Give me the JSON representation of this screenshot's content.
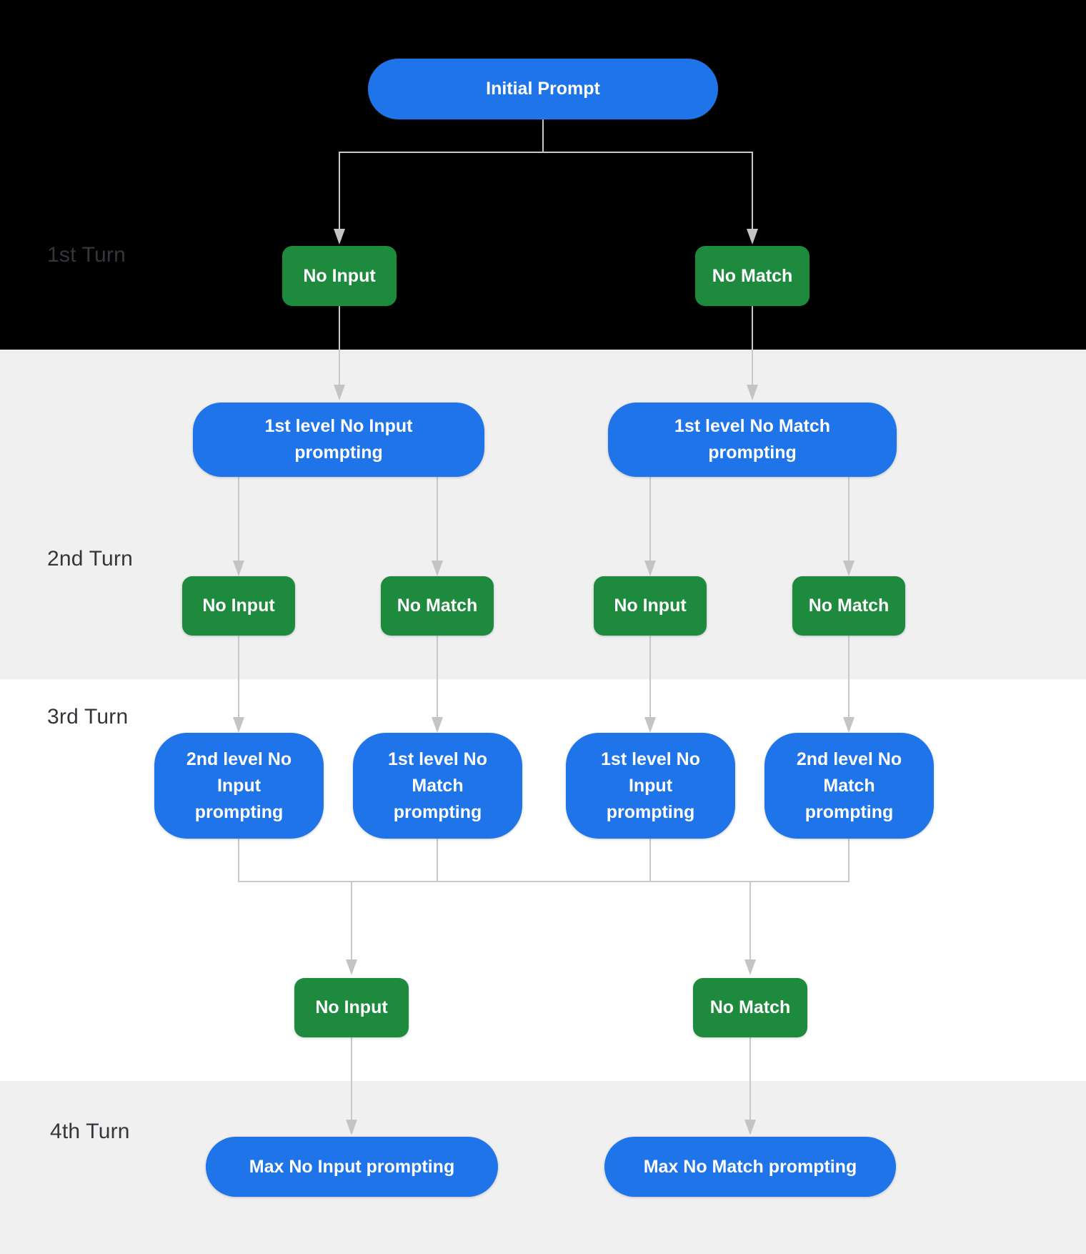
{
  "colors": {
    "band_black": "#000000",
    "band_gray": "#f0f0f1",
    "band_white": "#ffffff",
    "blue": "#1e74e8",
    "green": "#1e8a3e",
    "line": "#c6c8ca",
    "arrow": "#c2c4c6",
    "label": "#33363b",
    "box_text": "#ffffff"
  },
  "turns": [
    {
      "label": "1st Turn"
    },
    {
      "label": "2nd Turn"
    },
    {
      "label": "3rd Turn"
    },
    {
      "label": "4th Turn"
    }
  ],
  "nodes": {
    "initial_prompt": {
      "label": "Initial Prompt"
    },
    "t1_no_input": {
      "label": "No Input"
    },
    "t1_no_match": {
      "label": "No Match"
    },
    "l1_no_input_prompting": {
      "label": [
        "1st level No Input",
        "prompting"
      ]
    },
    "l1_no_match_prompting": {
      "label": [
        "1st level No Match",
        "prompting"
      ]
    },
    "t2_no_input_left": {
      "label": "No Input"
    },
    "t2_no_match_left": {
      "label": "No Match"
    },
    "t2_no_input_right": {
      "label": "No Input"
    },
    "t2_no_match_right": {
      "label": "No Match"
    },
    "l2_no_input_prompting": {
      "label": [
        "2nd level No",
        "Input",
        "prompting"
      ]
    },
    "l1b_no_match_prompting": {
      "label": [
        "1st level No",
        "Match",
        "prompting"
      ]
    },
    "l1b_no_input_prompting": {
      "label": [
        "1st level No",
        "Input",
        "prompting"
      ]
    },
    "l2_no_match_prompting": {
      "label": [
        "2nd level No",
        "Match",
        "prompting"
      ]
    },
    "t3_no_input": {
      "label": "No Input"
    },
    "t3_no_match": {
      "label": "No Match"
    },
    "max_no_input_prompting": {
      "label": "Max No Input prompting"
    },
    "max_no_match_prompting": {
      "label": "Max No Match prompting"
    }
  }
}
